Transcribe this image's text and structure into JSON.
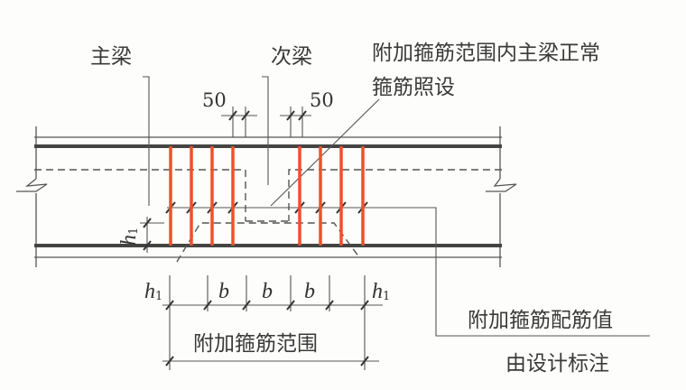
{
  "labels": {
    "main_beam": "主梁",
    "secondary_beam": "次梁",
    "note_top_line1": "附加箍筋范围内主梁正常",
    "note_top_line2": "箍筋照设",
    "dim_50_left": "50",
    "dim_50_right": "50",
    "h1": "h",
    "h1_sub": "1",
    "b": "b",
    "range_label": "附加箍筋范围",
    "note_bottom_line1": "附加箍筋配筋值",
    "note_bottom_line2": "由设计标注"
  },
  "colors": {
    "stirrup": "#f0502a",
    "rebar": "#444444",
    "line": "#555555"
  }
}
